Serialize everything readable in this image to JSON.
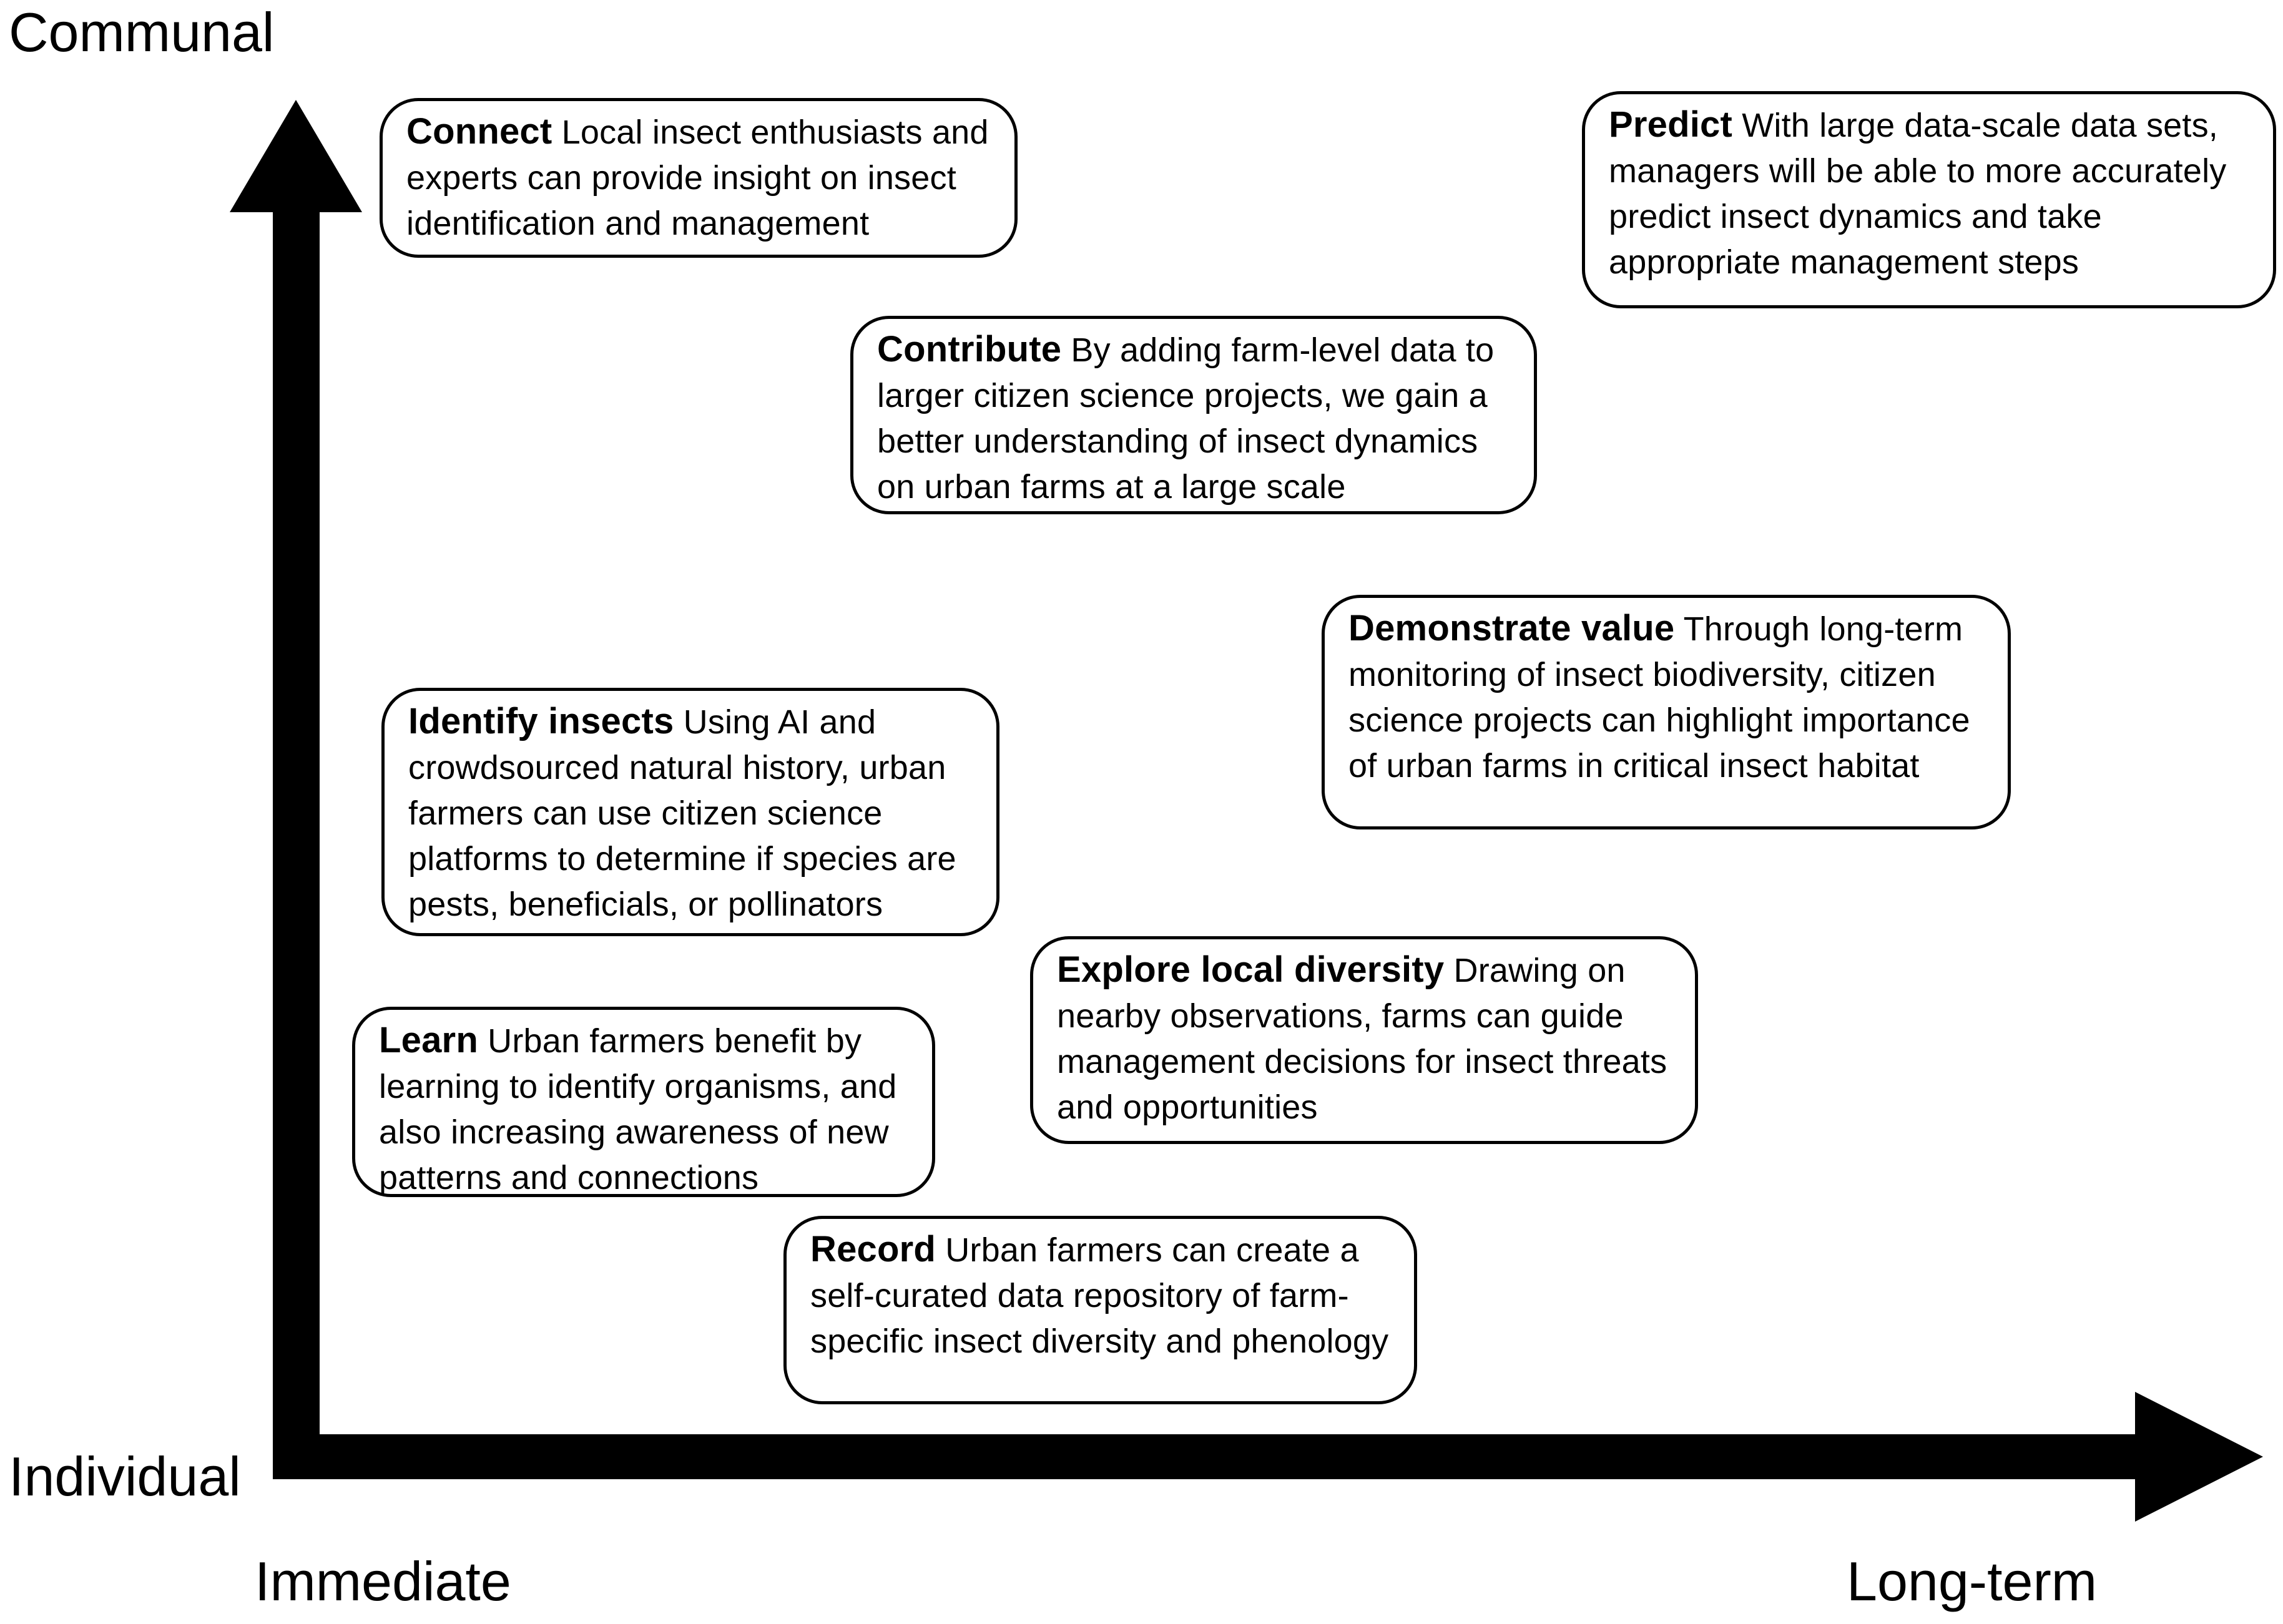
{
  "axes": {
    "y_top_label": "Communal",
    "y_bottom_label": "Individual",
    "x_left_label": "Immediate",
    "x_right_label": "Long-term"
  },
  "boxes": {
    "connect": {
      "title": "Connect",
      "text": "Local insect enthusiasts and experts can provide insight on insect identification and management"
    },
    "predict": {
      "title": "Predict",
      "text": "With large data-scale data sets, managers will be able to more accurately predict insect dynamics and take appropriate management steps"
    },
    "contribute": {
      "title": "Contribute",
      "text": "By adding farm-level data to larger citizen science projects, we gain a better understanding of insect dynamics on urban farms at a large scale"
    },
    "demonstrate_value": {
      "title": "Demonstrate value",
      "text": "Through long-term monitoring of insect biodiversity, citizen science projects can highlight importance of urban farms in critical insect habitat"
    },
    "identify_insects": {
      "title": "Identify insects",
      "text": "Using AI and crowdsourced natural history, urban farmers can use citizen science platforms to determine if species are pests, beneficials, or pollinators"
    },
    "explore_local_diversity": {
      "title": "Explore local diversity",
      "text": "Drawing on nearby observations, farms can guide management decisions for insect threats and opportunities"
    },
    "learn": {
      "title": "Learn",
      "text": "Urban farmers benefit by learning to identify organisms, and also increasing awareness of new patterns and connections"
    },
    "record": {
      "title": "Record",
      "text": "Urban farmers can create a self-curated data repository of farm-specific insect diversity and phenology"
    }
  }
}
